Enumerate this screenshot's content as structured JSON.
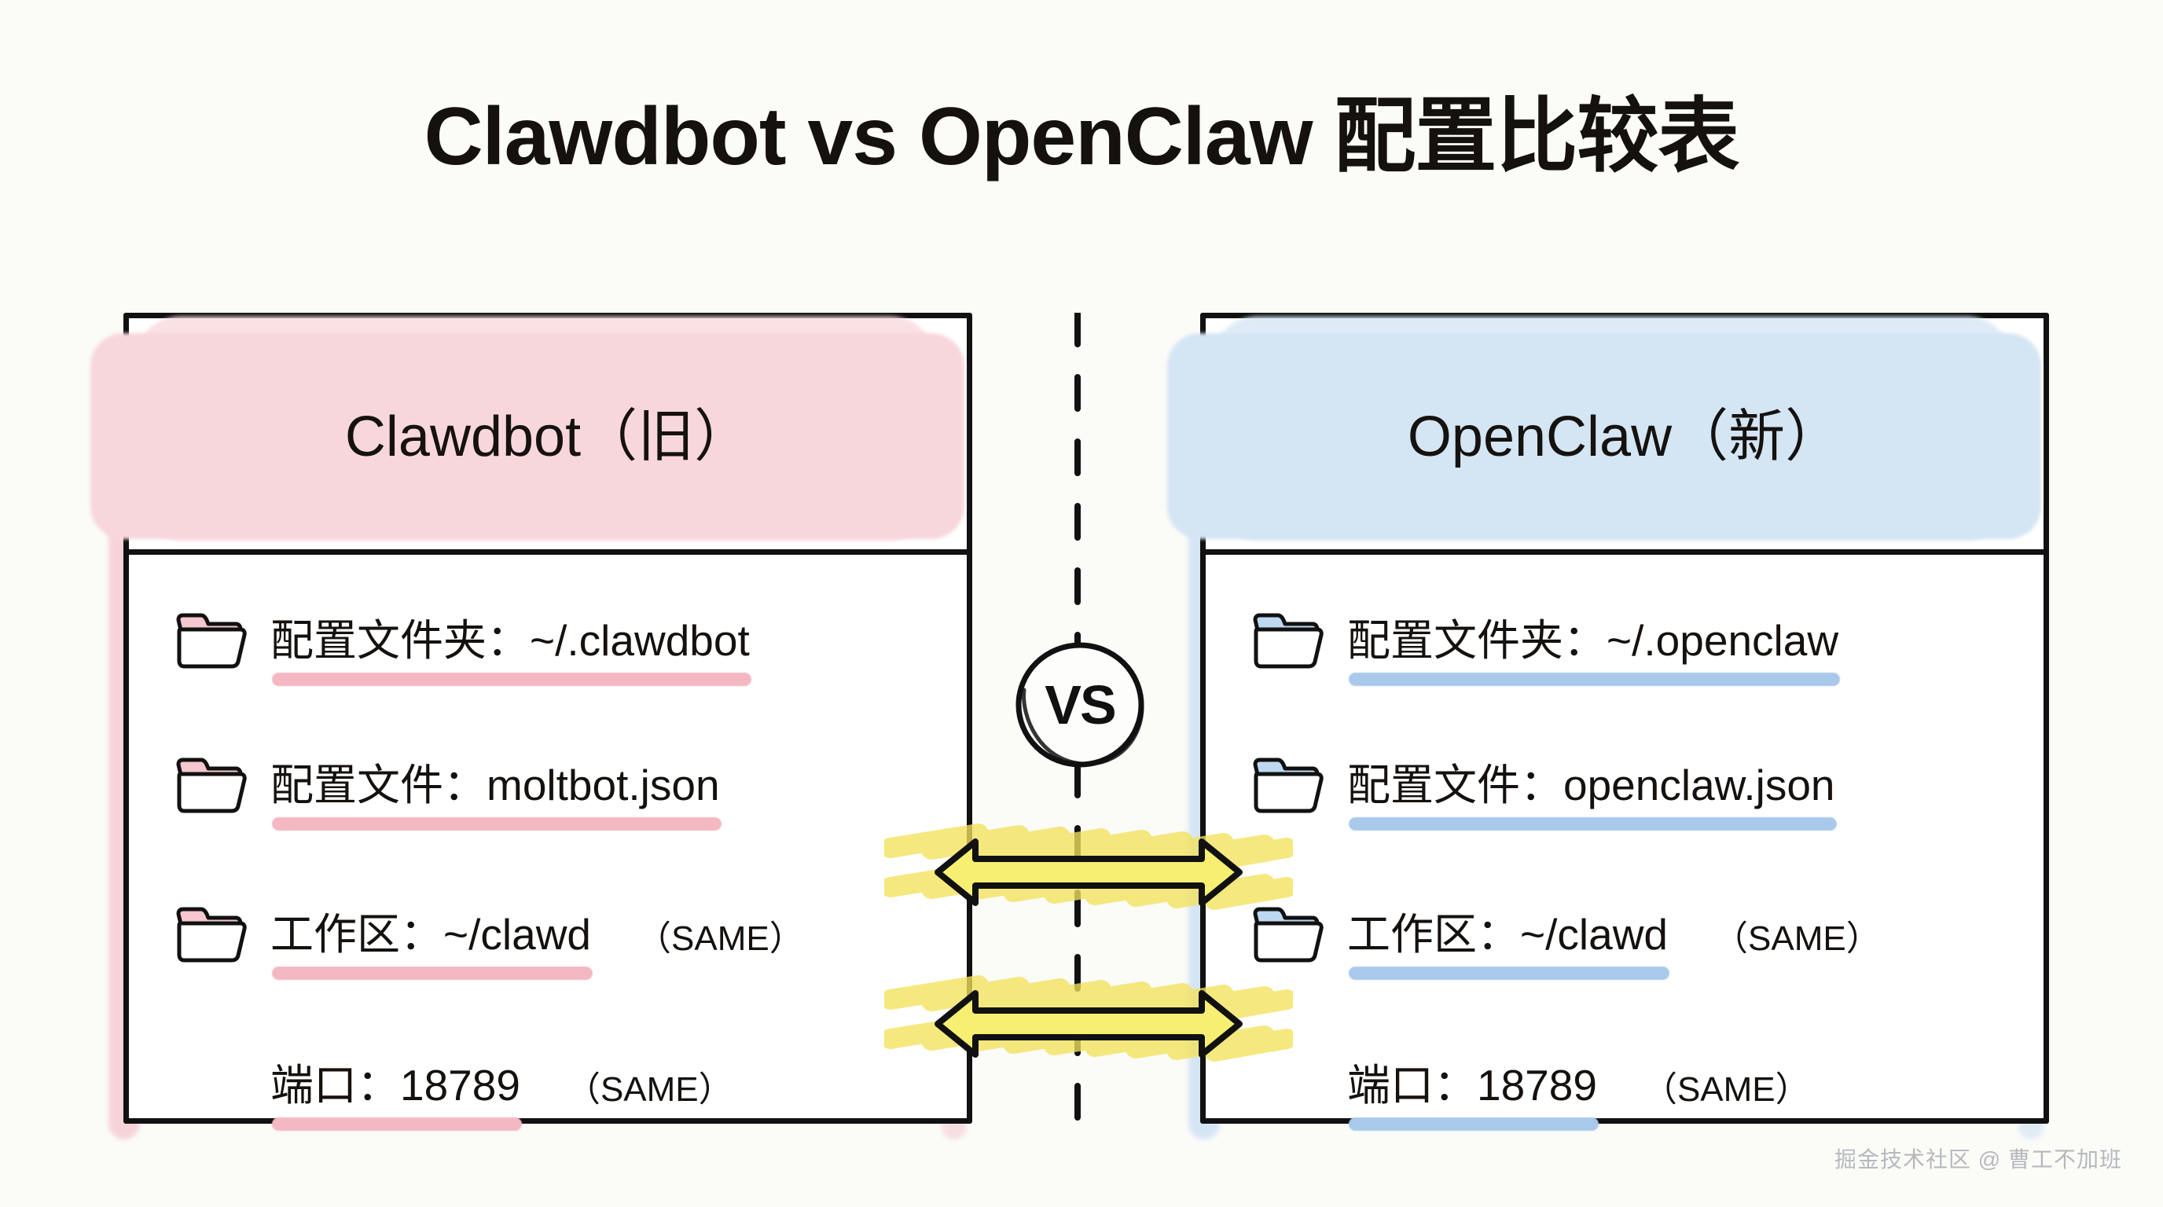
{
  "page": {
    "title": "Clawdbot vs OpenClaw 配置比较表",
    "background_color": "#fbfbf8",
    "watermark": "掘金技术社区 @ 曹工不加班"
  },
  "divider": {
    "badge_label": "VS",
    "style": "dashed-vertical"
  },
  "colors": {
    "pink_header": "#f8d7dc",
    "pink_underline": "#f3b8c2",
    "blue_header": "#d4e5f4",
    "blue_underline": "#a9c9ea",
    "arrow_highlight": "#f5ea60",
    "ink": "#111111"
  },
  "panels": [
    {
      "id": "clawdbot",
      "header": "Clawdbot（旧）",
      "accent": "pink",
      "rows": [
        {
          "icon": "folder-icon",
          "has_icon": true,
          "text": "配置文件夹：~/.clawdbot",
          "underline": true,
          "same": ""
        },
        {
          "icon": "folder-icon",
          "has_icon": true,
          "text": "配置文件：moltbot.json",
          "underline": true,
          "same": ""
        },
        {
          "icon": "folder-icon",
          "has_icon": true,
          "text": "工作区：~/clawd",
          "underline": true,
          "same": "（SAME）"
        },
        {
          "icon": "",
          "has_icon": false,
          "text": "端口：18789",
          "underline": true,
          "same": "（SAME）"
        }
      ]
    },
    {
      "id": "openclaw",
      "header": "OpenClaw（新）",
      "accent": "blue",
      "rows": [
        {
          "icon": "folder-icon",
          "has_icon": true,
          "text": "配置文件夹：~/.openclaw",
          "underline": true,
          "same": ""
        },
        {
          "icon": "folder-icon",
          "has_icon": true,
          "text": "配置文件：openclaw.json",
          "underline": true,
          "same": ""
        },
        {
          "icon": "folder-icon",
          "has_icon": true,
          "text": "工作区：~/clawd",
          "underline": true,
          "same": "（SAME）"
        },
        {
          "icon": "",
          "has_icon": false,
          "text": "端口：18789",
          "underline": true,
          "same": "（SAME）"
        }
      ]
    }
  ],
  "connectors": [
    {
      "id": "workspace-same-arrow",
      "label": "",
      "direction": "bidirectional",
      "highlight": true
    },
    {
      "id": "port-same-arrow",
      "label": "",
      "direction": "bidirectional",
      "highlight": true
    }
  ]
}
